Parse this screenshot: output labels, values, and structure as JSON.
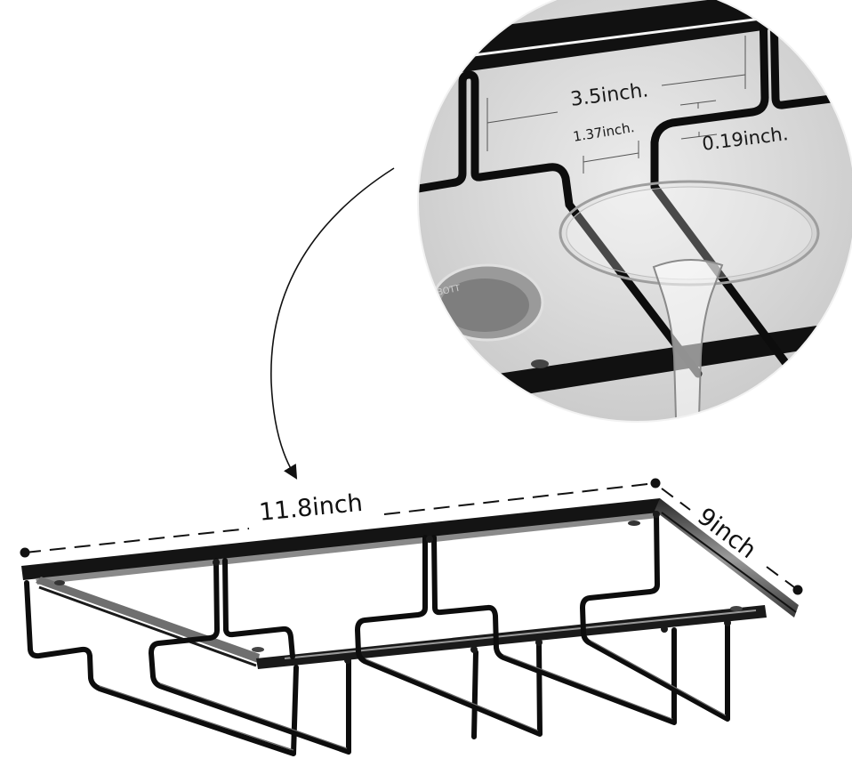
{
  "diagram": {
    "subject": "Under-cabinet wine glass rack (4 rows)",
    "colors": {
      "background": "#ffffff",
      "rack_metal": "#111111",
      "rack_highlight": "#8a8a8a",
      "inset_background": "#d9d9d9",
      "dimension_line": "#111111"
    },
    "dimensions": {
      "length_label": "11.8inch",
      "width_label": "9inch"
    },
    "detail_inset": {
      "shape": "circle",
      "description": "Close-up of rack slot holding an inverted wine glass",
      "labels": {
        "slot_pitch": "3.5inch.",
        "slot_opening": "1.37inch.",
        "wire_diameter": "0.19inch."
      },
      "glass_etching_text": "BOTT"
    },
    "arrow": {
      "from": "detail-inset",
      "to": "rack-slot",
      "style": "curved"
    }
  }
}
